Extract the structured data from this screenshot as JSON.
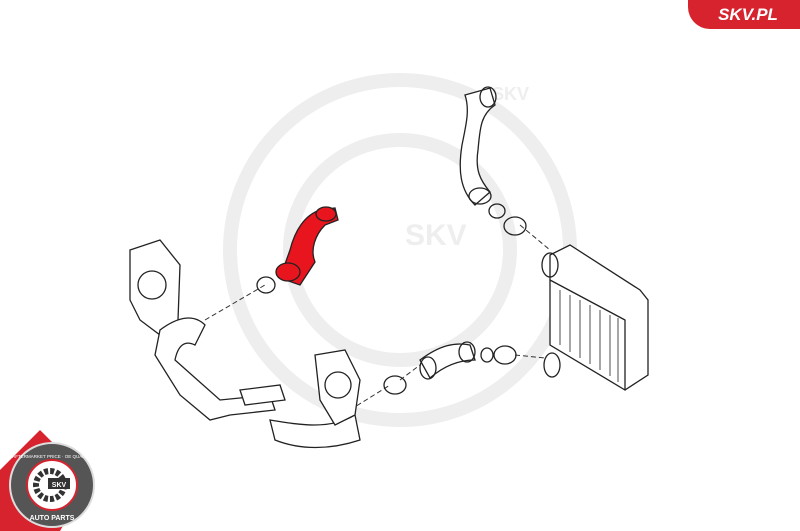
{
  "brand": {
    "label": "SKV.PL",
    "color": "#d6232e"
  },
  "badge": {
    "top_text": "AFTERMARKET PRICE · OE QUALITY",
    "center_text": "SKV",
    "bottom_text": "AUTO PARTS"
  },
  "watermark": {
    "text": "SKV"
  },
  "highlight_color": "#e8141e"
}
